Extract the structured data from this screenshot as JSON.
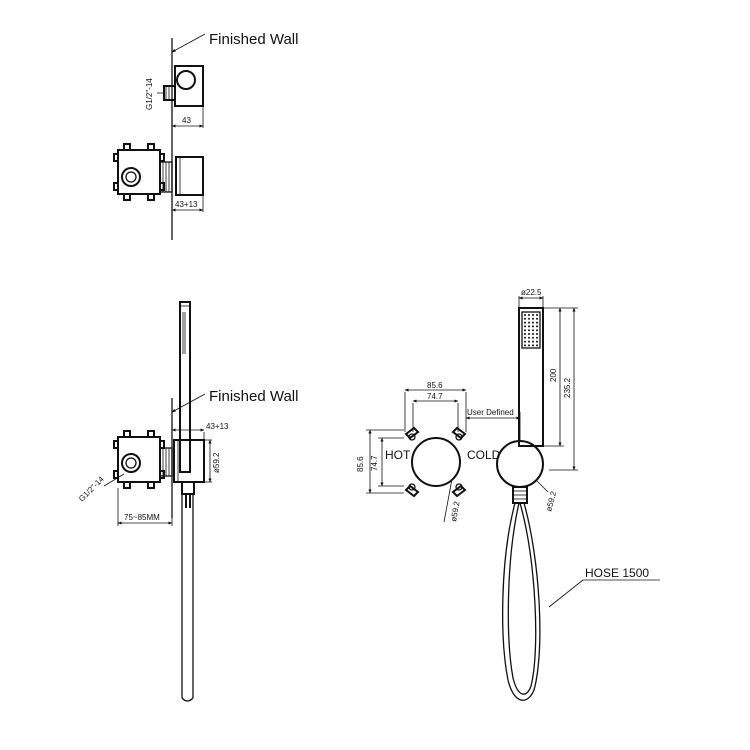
{
  "labels": {
    "finished_wall_top": "Finished Wall",
    "finished_wall_bottom": "Finished Wall",
    "hose": "HOSE 1500",
    "hot": "HOT",
    "cold": "COLD",
    "user_defined": "User Defined"
  },
  "dimensions": {
    "thread_top": "G1/2\"-14",
    "depth_43": "43",
    "depth_43_13_top": "43+13",
    "depth_43_13_side": "43+13",
    "thread_side": "G1/2\"-14",
    "range_75_85": "75~85MM",
    "dia_59_2_side": "ø59.2",
    "width_85_6": "85.6",
    "width_74_7": "74.7",
    "height_85_6": "85.6",
    "height_74_7": "74.7",
    "dia_59_2_front": "ø59.2",
    "dia_22_5": "ø22.5",
    "height_200": "200",
    "height_235_2": "235.2",
    "dia_59_2_holder": "ø59.2"
  }
}
